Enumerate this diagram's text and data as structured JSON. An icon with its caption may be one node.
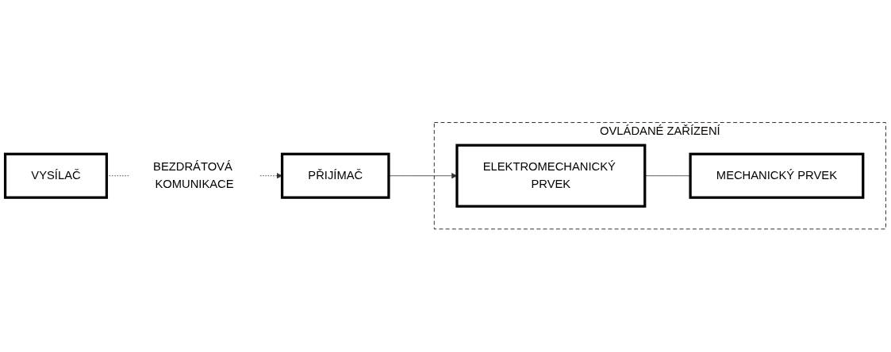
{
  "diagram": {
    "nodes": [
      {
        "text": [
          "VYSÍLAČ"
        ]
      },
      {
        "text": [
          "PŘIJÍMAČ"
        ]
      },
      {
        "text": [
          "OVLÁDANÉ ZAŘÍZENÍ"
        ]
      },
      {
        "text": [
          "ELEKTROMECHANICKÝ PRVEK"
        ],
        "in": 2
      },
      {
        "text": [
          "MECHANICKÝ PRVEK"
        ],
        "in": 2
      }
    ],
    "edges": [
      {
        "from": 0,
        "to": 1,
        "arrow": "to",
        "label": "BEZDRÁTOVÁ KOMUNIKACE",
        "style": "dashed"
      },
      {
        "from": 1,
        "to": 3,
        "arrow": "to"
      },
      {
        "from": 3,
        "to": 4,
        "arrow": "none"
      }
    ]
  }
}
